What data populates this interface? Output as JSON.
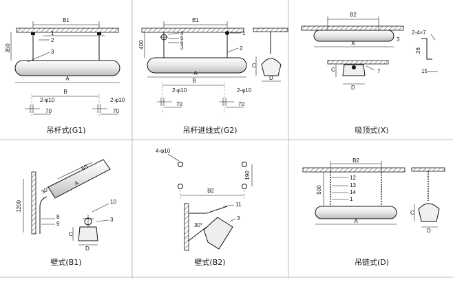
{
  "panels": [
    {
      "id": "g1",
      "caption": "吊杆式(G1)",
      "labels": {
        "b1": "B1",
        "h350": "350",
        "a": "A",
        "b": "B",
        "hole": "2-φ10",
        "hole2": "2-φ10",
        "d70a": "70",
        "d70b": "70",
        "n1": "1",
        "n2": "2",
        "n3": "3"
      }
    },
    {
      "id": "g2",
      "caption": "吊杆进线式(G2)",
      "labels": {
        "b1": "B1",
        "h400": "400",
        "a": "A",
        "b": "B",
        "hole": "2-φ10",
        "hole2": "2-φ10",
        "d70a": "70",
        "d70b": "70",
        "c": "C",
        "d": "D",
        "n4": "4",
        "n5": "5",
        "n6": "6",
        "n3": "3",
        "n1": "1",
        "n2": "2"
      }
    },
    {
      "id": "x",
      "caption": "吸顶式(X)",
      "labels": {
        "b2": "B2",
        "a": "A",
        "n3": "3",
        "c": "C",
        "d": "D",
        "n7": "7",
        "bracket_hole": "2-4×7",
        "d26": "26",
        "d15": "15"
      }
    },
    {
      "id": "b1",
      "caption": "壁式(B1)",
      "labels": {
        "d60": "60",
        "a": "A",
        "d1200": "1200",
        "n8": "8",
        "n9": "9",
        "n10": "10",
        "n3": "3",
        "c": "C",
        "d": "D",
        "ang": "30°"
      }
    },
    {
      "id": "b2",
      "caption": "壁式(B2)",
      "labels": {
        "hole": "4-φ10",
        "b2": "B2",
        "d190": "190",
        "n11": "11",
        "n3": "3",
        "ang": "30°"
      }
    },
    {
      "id": "d",
      "caption": "吊链式(D)",
      "labels": {
        "b2": "B2",
        "d500": "500",
        "a": "A",
        "n12": "12",
        "n13": "13",
        "n14": "14",
        "n1": "1",
        "c": "C",
        "d": "D"
      }
    }
  ]
}
